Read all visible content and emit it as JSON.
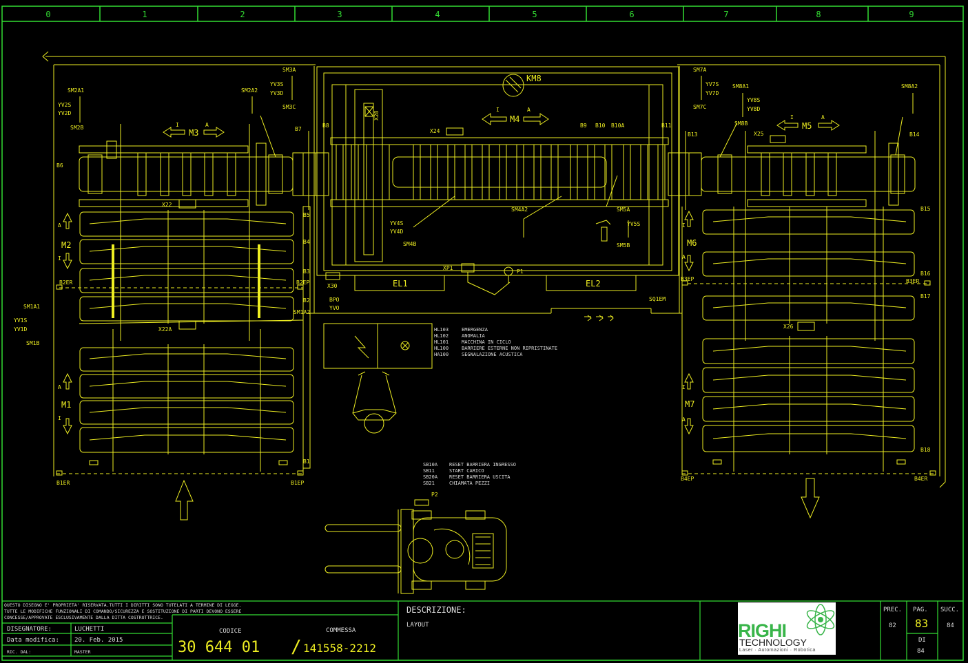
{
  "colors": {
    "frame": "#33dd33",
    "drawing": "#eeee22",
    "background": "#000000"
  },
  "columns": [
    "0",
    "1",
    "2",
    "3",
    "4",
    "5",
    "6",
    "7",
    "8",
    "9"
  ],
  "motors": {
    "m1": "M1",
    "m2": "M2",
    "m3": "M3",
    "m4": "M4",
    "m5": "M5",
    "m6": "M6",
    "m7": "M7",
    "km8": "KM8"
  },
  "dirs": {
    "i": "I",
    "a": "A"
  },
  "sensors": {
    "sm2a1": "SM2A1",
    "yv2s": "YV2S",
    "yv2d": "YV2D",
    "sm2b": "SM2B",
    "b6": "B6",
    "sm2a2": "SM2A2",
    "sm3a": "SM3A",
    "yv3s": "YV3S",
    "yv3d": "YV3D",
    "sm3c": "SM3C",
    "b7": "B7",
    "b8": "B8",
    "sm7a": "SM7A",
    "yv7s": "YV7S",
    "yv7d": "YV7D",
    "sm7c": "SM7C",
    "sm8a1": "SM8A1",
    "yv8s": "YV8S",
    "yv8d": "YV8D",
    "sm8b": "SM8B",
    "sm8a2": "SM8A2",
    "b9": "B9",
    "b10": "B10",
    "b10a": "B10A",
    "b11": "B11",
    "b13": "B13",
    "b14": "B14",
    "b15": "B15",
    "b16": "B16",
    "b17": "B17",
    "b18": "B18",
    "x24": "X24",
    "x25": "X25",
    "x22": "X22",
    "x22a": "X22A",
    "x28": "X28",
    "x26": "X26",
    "x30": "X30",
    "b5": "B5",
    "b4": "B4",
    "b3": "B3",
    "b2": "B2",
    "b1": "B1",
    "b2er": "B2ER",
    "b2ep": "B2EP",
    "b3ep": "B3EP",
    "b3er": "B3ER",
    "b1er": "B1ER",
    "b1ep": "B1EP",
    "b4ep": "B4EP",
    "b4er": "B4ER",
    "sm1a1": "SM1A1",
    "yv1s": "YV1S",
    "yv1d": "YV1D",
    "sm1b": "SM1B",
    "sm1a2": "SM1A2",
    "yv4s": "YV4S",
    "yv4d": "YV4D",
    "sm4b": "SM4B",
    "sm4a2": "SM4A2",
    "sm5a": "SM5A",
    "yv5s": "YV5S",
    "sm5b": "SM5B",
    "xp1": "XP1",
    "p1": "P1",
    "p2": "P2",
    "el1": "EL1",
    "el2": "EL2",
    "sq1em": "SQ1EM",
    "bpo": "BPO",
    "yvo": "YVO"
  },
  "lamps": [
    {
      "code": "HL103",
      "text": "EMERGENZA"
    },
    {
      "code": "HL102",
      "text": "ANOMALIA"
    },
    {
      "code": "HL101",
      "text": "MACCHINA IN CICLO"
    },
    {
      "code": "HL100",
      "text": "BARRIERE ESTERNE NON RIPRISTINATE"
    },
    {
      "code": "HA100",
      "text": "SEGNALAZIONE ACUSTICA"
    }
  ],
  "buttons": [
    {
      "code": "SB10A",
      "text": "RESET BARRIERA INGRESSO"
    },
    {
      "code": "SB11",
      "text": "START CARICO"
    },
    {
      "code": "SB20A",
      "text": "RESET BARRIERA USCITA"
    },
    {
      "code": "SB21",
      "text": "CHIAMATA PEZZI"
    }
  ],
  "titleblock": {
    "notice": [
      "QUESTO DISEGNO E' PROPRIETA' RISERVATA.TUTTI I DIRITTI SONO TUTELATI A TERMINE DI LEGGE.",
      "TUTTE LE MODIFICHE FUNZIONALI DI COMANDO/SICUREZZA E SOSTITUZIONE DI PARTI DEVONO ESSERE",
      "CONCESSE/APPROVATE ESCLUSIVAMENTE DALLA DITTA COSTRUTTRICE."
    ],
    "designer_label": "DISEGNATORE:",
    "designer": "LUCHETTI",
    "date_label": "Data modifica:",
    "date": "20. Feb. 2015",
    "ric_label": "RIC. DAL:",
    "ric": "MASTER",
    "codice_label": "CODICE",
    "codice": "30 644 01",
    "commessa_label": "COMMESSA",
    "commessa": "141558-2212",
    "descr_label": "DESCRIZIONE:",
    "descr": "LAYOUT",
    "prec_label": "PREC.",
    "prec": "82",
    "pag_label": "PAG.",
    "pag": "83",
    "succ_label": "SUCC.",
    "succ": "84",
    "di_label": "DI",
    "di": "84"
  },
  "logo": {
    "name": "RIGHI",
    "sub": "TECHNOLOGY",
    "tagline": "Laser · Automazioni · Robotica"
  }
}
